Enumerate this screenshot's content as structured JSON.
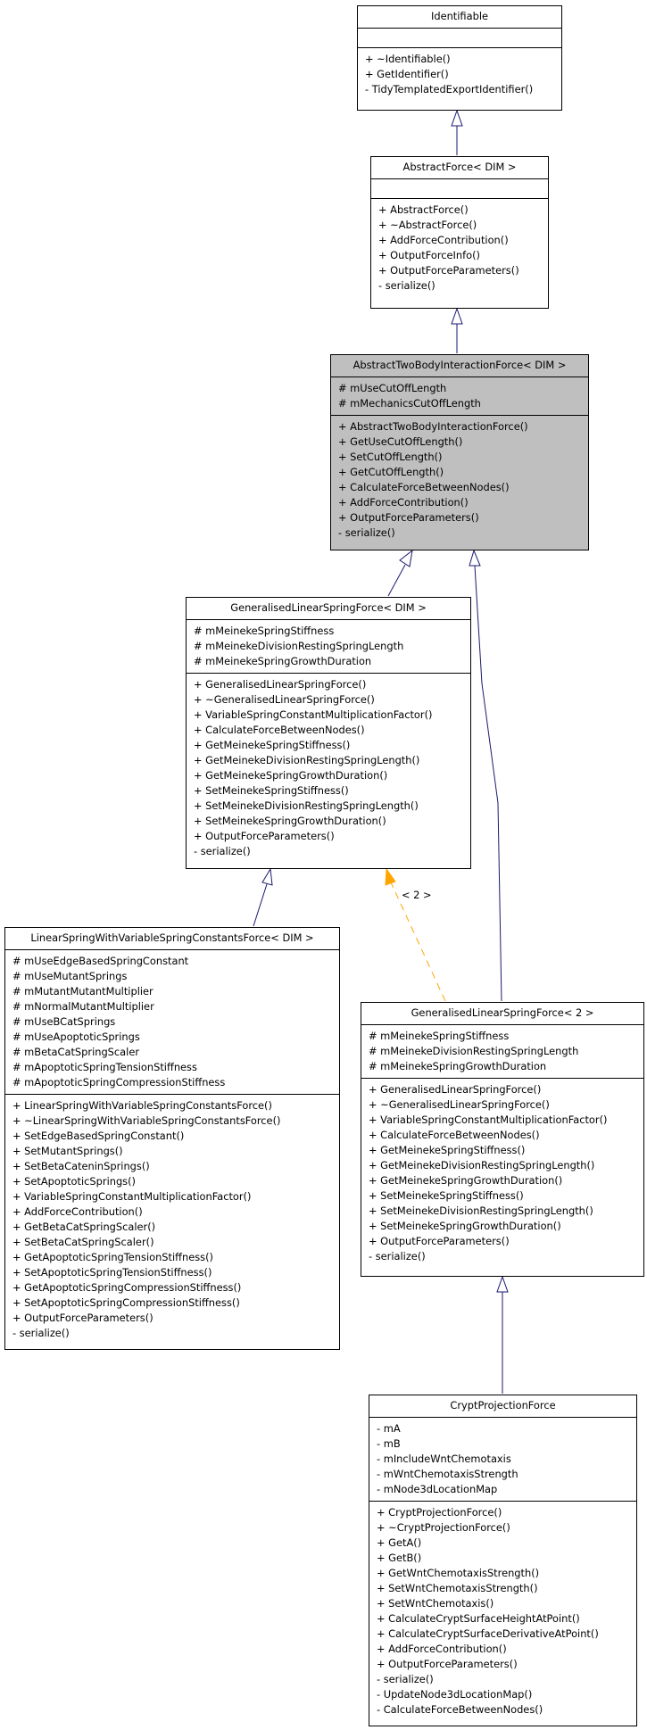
{
  "diagram": {
    "classes": {
      "identifiable": {
        "name": "Identifiable",
        "attributes": [],
        "methods": [
          "+ ~Identifiable()",
          "+ GetIdentifier()",
          "- TidyTemplatedExportIdentifier()"
        ]
      },
      "abstract_force": {
        "name": "AbstractForce< DIM >",
        "attributes": [],
        "methods": [
          "+ AbstractForce()",
          "+ ~AbstractForce()",
          "+ AddForceContribution()",
          "+ OutputForceInfo()",
          "+ OutputForceParameters()",
          "- serialize()"
        ]
      },
      "abstract_two_body": {
        "name": "AbstractTwoBodyInteractionForce< DIM >",
        "highlighted": true,
        "attributes": [
          "# mUseCutOffLength",
          "# mMechanicsCutOffLength"
        ],
        "methods": [
          "+ AbstractTwoBodyInteractionForce()",
          "+ GetUseCutOffLength()",
          "+ SetCutOffLength()",
          "+ GetCutOffLength()",
          "+ CalculateForceBetweenNodes()",
          "+ AddForceContribution()",
          "+ OutputForceParameters()",
          "- serialize()"
        ]
      },
      "generalised_linear_dim": {
        "name": "GeneralisedLinearSpringForce< DIM >",
        "attributes": [
          "# mMeinekeSpringStiffness",
          "# mMeinekeDivisionRestingSpringLength",
          "# mMeinekeSpringGrowthDuration"
        ],
        "methods": [
          "+ GeneralisedLinearSpringForce()",
          "+ ~GeneralisedLinearSpringForce()",
          "+ VariableSpringConstantMultiplicationFactor()",
          "+ CalculateForceBetweenNodes()",
          "+ GetMeinekeSpringStiffness()",
          "+ GetMeinekeDivisionRestingSpringLength()",
          "+ GetMeinekeSpringGrowthDuration()",
          "+ SetMeinekeSpringStiffness()",
          "+ SetMeinekeDivisionRestingSpringLength()",
          "+ SetMeinekeSpringGrowthDuration()",
          "+ OutputForceParameters()",
          "- serialize()"
        ]
      },
      "linear_variable": {
        "name": "LinearSpringWithVariableSpringConstantsForce< DIM >",
        "attributes": [
          "# mUseEdgeBasedSpringConstant",
          "# mUseMutantSprings",
          "# mMutantMutantMultiplier",
          "# mNormalMutantMultiplier",
          "# mUseBCatSprings",
          "# mUseApoptoticSprings",
          "# mBetaCatSpringScaler",
          "# mApoptoticSpringTensionStiffness",
          "# mApoptoticSpringCompressionStiffness"
        ],
        "methods": [
          "+ LinearSpringWithVariableSpringConstantsForce()",
          "+ ~LinearSpringWithVariableSpringConstantsForce()",
          "+ SetEdgeBasedSpringConstant()",
          "+ SetMutantSprings()",
          "+ SetBetaCateninSprings()",
          "+ SetApoptoticSprings()",
          "+ VariableSpringConstantMultiplicationFactor()",
          "+ AddForceContribution()",
          "+ GetBetaCatSpringScaler()",
          "+ SetBetaCatSpringScaler()",
          "+ GetApoptoticSpringTensionStiffness()",
          "+ SetApoptoticSpringTensionStiffness()",
          "+ GetApoptoticSpringCompressionStiffness()",
          "+ SetApoptoticSpringCompressionStiffness()",
          "+ OutputForceParameters()",
          "- serialize()"
        ]
      },
      "generalised_linear_2": {
        "name": "GeneralisedLinearSpringForce< 2 >",
        "attributes": [
          "# mMeinekeSpringStiffness",
          "# mMeinekeDivisionRestingSpringLength",
          "# mMeinekeSpringGrowthDuration"
        ],
        "methods": [
          "+ GeneralisedLinearSpringForce()",
          "+ ~GeneralisedLinearSpringForce()",
          "+ VariableSpringConstantMultiplicationFactor()",
          "+ CalculateForceBetweenNodes()",
          "+ GetMeinekeSpringStiffness()",
          "+ GetMeinekeDivisionRestingSpringLength()",
          "+ GetMeinekeSpringGrowthDuration()",
          "+ SetMeinekeSpringStiffness()",
          "+ SetMeinekeDivisionRestingSpringLength()",
          "+ SetMeinekeSpringGrowthDuration()",
          "+ OutputForceParameters()",
          "- serialize()"
        ]
      },
      "crypt_projection": {
        "name": "CryptProjectionForce",
        "attributes": [
          "- mA",
          "- mB",
          "- mIncludeWntChemotaxis",
          "- mWntChemotaxisStrength",
          "- mNode3dLocationMap"
        ],
        "methods": [
          "+ CryptProjectionForce()",
          "+ ~CryptProjectionForce()",
          "+ GetA()",
          "+ GetB()",
          "+ GetWntChemotaxisStrength()",
          "+ SetWntChemotaxisStrength()",
          "+ SetWntChemotaxis()",
          "+ CalculateCryptSurfaceHeightAtPoint()",
          "+ CalculateCryptSurfaceDerivativeAtPoint()",
          "+ AddForceContribution()",
          "+ OutputForceParameters()",
          "- serialize()",
          "- UpdateNode3dLocationMap()",
          "- CalculateForceBetweenNodes()"
        ]
      }
    },
    "template_label": "< 2 >",
    "colors": {
      "inheritance_edge": "#191970",
      "template_edge": "#ffa500",
      "highlight_fill": "#bfbfbf",
      "box_border": "#000000"
    }
  }
}
